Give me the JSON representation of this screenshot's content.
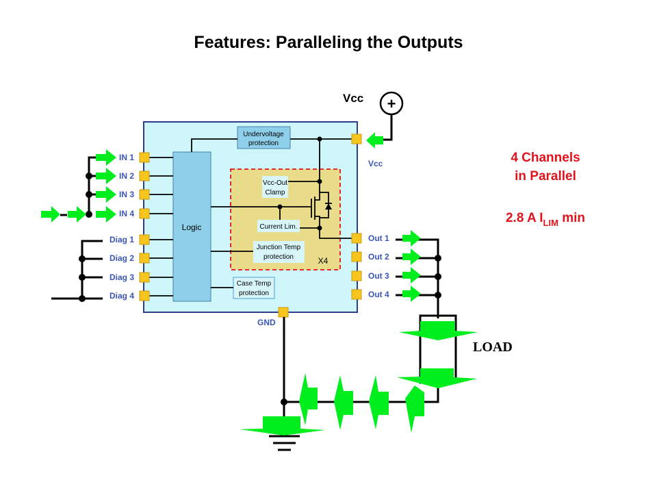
{
  "title": "Features: Paralleling the Outputs",
  "supply": {
    "top_label": "Vcc",
    "symbol": "+",
    "pin_label": "Vcc"
  },
  "inputs": [
    {
      "label": "IN 1"
    },
    {
      "label": "IN 2"
    },
    {
      "label": "IN 3"
    },
    {
      "label": "IN 4"
    }
  ],
  "diags": [
    {
      "label": "Diag 1"
    },
    {
      "label": "Diag 2"
    },
    {
      "label": "Diag 3"
    },
    {
      "label": "Diag 4"
    }
  ],
  "outputs": [
    {
      "label": "Out 1"
    },
    {
      "label": "Out 2"
    },
    {
      "label": "Out 3"
    },
    {
      "label": "Out 4"
    }
  ],
  "gnd_label": "GND",
  "blocks": {
    "logic": "Logic",
    "undervoltage": [
      "Undervoltage",
      "protection"
    ],
    "clamp": [
      "Vcc-Out",
      "Clamp"
    ],
    "current_lim": "Current Lim.",
    "junction_temp": [
      "Junction Temp",
      "protection"
    ],
    "case_temp": [
      "Case Temp",
      "protection"
    ],
    "channel_multiplier": "X4"
  },
  "notes": {
    "line1": "4 Channels",
    "line2": "in Parallel",
    "ilim_prefix": "2.8 A I",
    "ilim_sub": "LIM",
    "ilim_suffix": " min"
  },
  "load_label": "LOAD",
  "colors": {
    "chip_bg": "#cff6fb",
    "chip_border": "#2d3b8e",
    "block_fill": "#8ecfea",
    "channel_fill": "#e8dc8a",
    "channel_border": "#e0121c",
    "pad": "#f7c51e",
    "pin_text": "#3a56b8",
    "arrow": "#00ee1e",
    "note": "#e0121c"
  }
}
